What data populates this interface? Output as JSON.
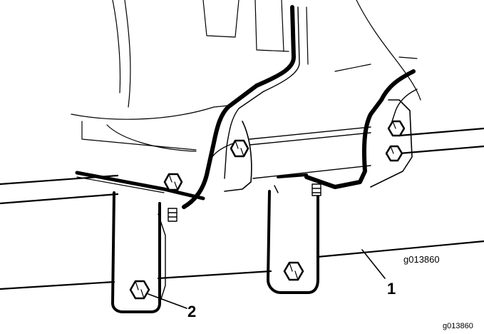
{
  "figure": {
    "inner_code": "g013860",
    "outer_code": "g013860",
    "callouts": [
      {
        "id": "callout-1",
        "label": "1"
      },
      {
        "id": "callout-2",
        "label": "2"
      }
    ]
  },
  "colors": {
    "ink": "#000000",
    "paper": "#ffffff"
  }
}
